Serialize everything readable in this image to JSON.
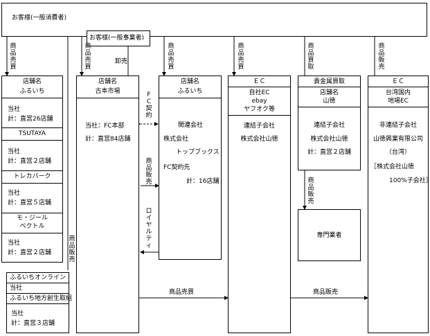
{
  "consumer": "お客様(一般消費者)",
  "business": "お客様(一般事業者)",
  "edge_labels": {
    "sales_buy": "商品売買",
    "wholesale": "卸売",
    "buy": "商品買取",
    "sell": "商品販売",
    "fc": "FC契約",
    "royalty": "ロイヤルティ",
    "bottom_buy": "商品売買",
    "bottom_sell": "商品販売"
  },
  "col1": {
    "header_title": "店舗名",
    "header_name": "ふるいち",
    "s1_a": "当社",
    "s1_b": "計：直営26店舗",
    "tsutaya": "TSUTAYA",
    "s2_a": "当社",
    "s2_b": "計：直営２店舗",
    "toreka": "トレカパーク",
    "s3_a": "当社",
    "s3_b": "計：直営５店舗",
    "mo1": "モ・ジール",
    "mo2": "ベクトル",
    "s4_a": "当社",
    "s4_b": "計：直営２店舗",
    "on1": "ふるいちオンライン",
    "on2": "当社",
    "on3": "ふるいち地方創生取組",
    "on4": "当社",
    "on5": "計：直営３店舗"
  },
  "col2": {
    "header_title": "店舗名",
    "header_name": "古本市場",
    "l1": "当社：FC本部",
    "l2": "計：直営84店舗"
  },
  "col3": {
    "header_title": "店舗名",
    "header_name": "ふるいち",
    "l1": "関連会社",
    "l2": "株式会社",
    "l3": "トップブックス",
    "l4": "FC契約先",
    "l5": "計：16店舗"
  },
  "col4": {
    "header_title": "ＥＣ",
    "h1": "自社EC",
    "h2": "ebay",
    "h3": "ヤフオク等",
    "l1": "連結子会社",
    "l2": "株式会社山徳"
  },
  "col5": {
    "header_title": "貴金属買取",
    "h1": "店舗名",
    "h2": "山徳",
    "l1": "連結子会社",
    "l2": "株式会社山徳",
    "l3": "計：直営２店舗",
    "dealer": "専門業者"
  },
  "col6": {
    "header_title": "ＥＣ",
    "h1": "台湾国内",
    "h2": "地場EC",
    "l1": "非連結子会社",
    "l2": "山徳興業有限公司",
    "l3": "（台湾）",
    "l4": "［株式会社山徳",
    "l5": "100%子会社］"
  }
}
